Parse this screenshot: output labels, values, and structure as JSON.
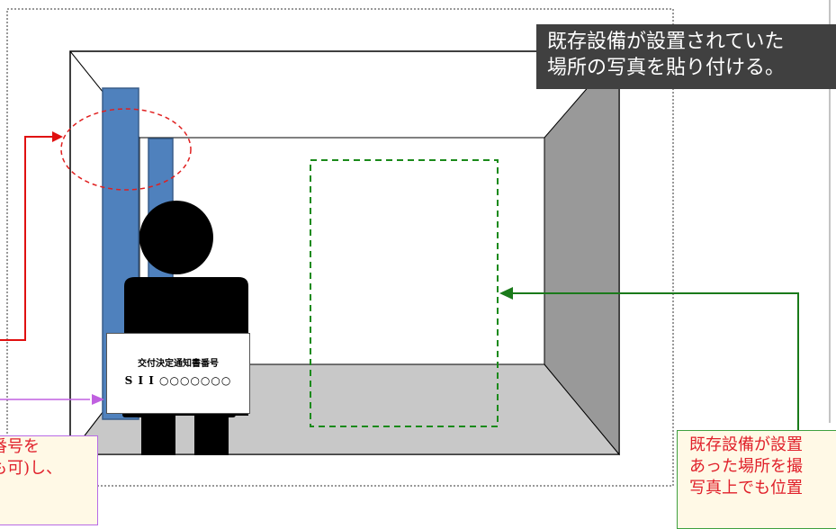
{
  "callouts": {
    "photo_instruction": {
      "line1": "既存設備が設置されていた",
      "line2": "場所の写真を貼り付ける。"
    },
    "number_instruction": {
      "line1": "番号を",
      "line2": "も可)し、"
    },
    "location_instruction": {
      "line1": "既存設備が設置",
      "line2": "あった場所を撮",
      "line3": "写真上でも位置"
    }
  },
  "sign": {
    "title": "交付決定通知書番号",
    "number": "S I I ○○○○○○○"
  },
  "colors": {
    "wall_side": "#999999",
    "floor": "#c8c8c8",
    "equipment": "#4f81bd",
    "red_arrow": "#e01010",
    "green_arrow": "#1a7a1a",
    "purple_arrow": "#c060e0",
    "dashed_green": "#1a8a1a",
    "dashed_red": "#e02020"
  }
}
